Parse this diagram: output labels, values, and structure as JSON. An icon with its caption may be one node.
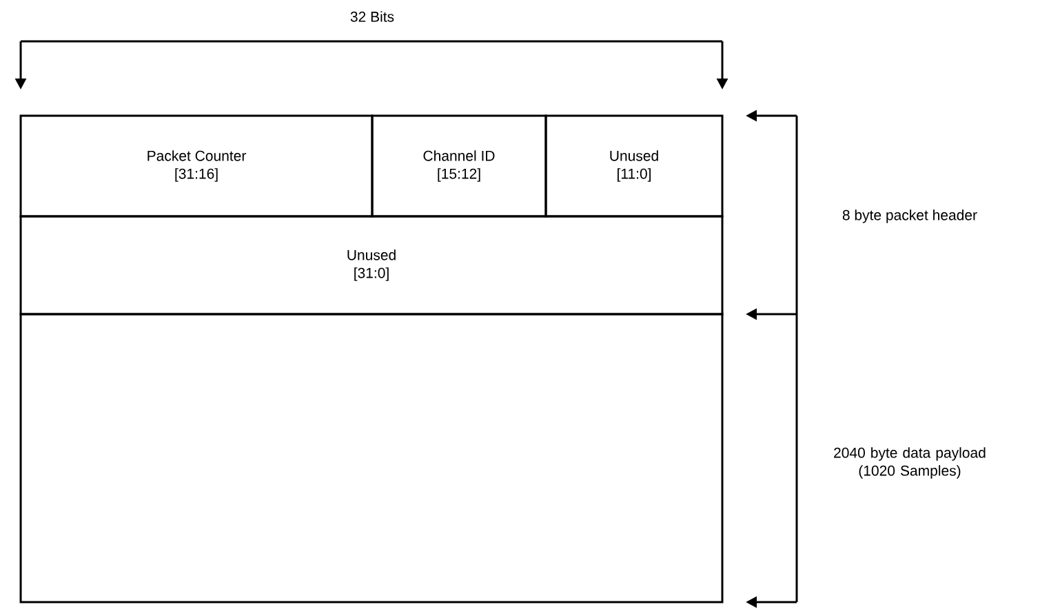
{
  "diagram": {
    "nodes": [
      {
        "text": [
          "Packet Counter",
          "[31:16]"
        ]
      },
      {
        "text": [
          "Channel ID",
          "[15:12]"
        ]
      },
      {
        "text": [
          "Unused",
          "[11:0]"
        ]
      },
      {
        "text": [
          "Unused",
          "[31:0]"
        ]
      },
      {
        "text": [],
        "shape": "box"
      }
    ],
    "labels": [
      "32 Bits",
      "8 byte packet header",
      "2040 byte data payload (1020 Samples)"
    ]
  }
}
